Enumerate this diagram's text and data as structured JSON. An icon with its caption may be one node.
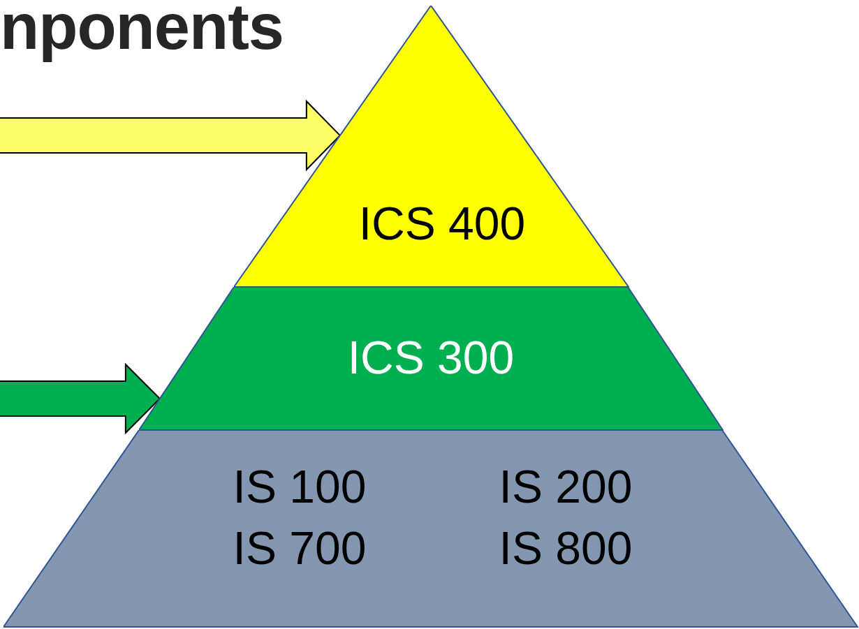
{
  "diagram": {
    "title": "nponents",
    "nodes": [
      {
        "text": [
          "ICS 400"
        ]
      },
      {
        "text": [
          "ICS 300"
        ]
      },
      {
        "text": [
          "IS 100",
          "IS 200",
          "IS 700",
          "IS 800"
        ]
      }
    ],
    "edges": [
      {
        "from": null,
        "to": 0,
        "arrow": "to",
        "color": "#ffff66"
      },
      {
        "from": null,
        "to": 1,
        "arrow": "to",
        "color": "#00b050"
      }
    ]
  }
}
